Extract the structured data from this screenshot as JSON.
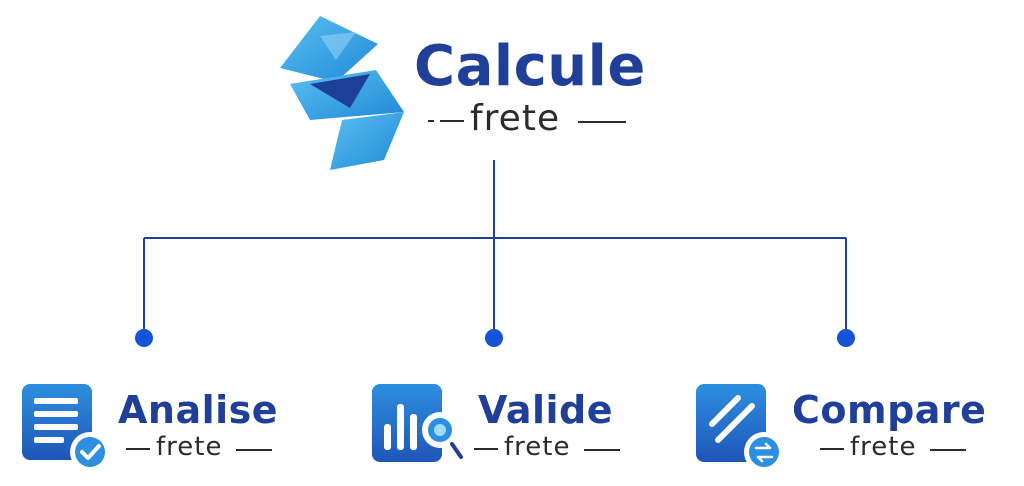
{
  "brand": {
    "name": "Calcule",
    "sub": "frete"
  },
  "products": [
    {
      "name": "Analise",
      "sub": "frete",
      "icon": "document-check-icon"
    },
    {
      "name": "Valide",
      "sub": "frete",
      "icon": "bar-chart-search-icon"
    },
    {
      "name": "Compare",
      "sub": "frete",
      "icon": "compare-swap-icon"
    }
  ],
  "colors": {
    "brand_blue": "#1f3f99",
    "line_blue": "#1f3f99",
    "node_blue": "#1554d6",
    "icon_light": "#38a3e6",
    "icon_dark": "#1d3f97",
    "text_dark": "#2b2b2b"
  }
}
